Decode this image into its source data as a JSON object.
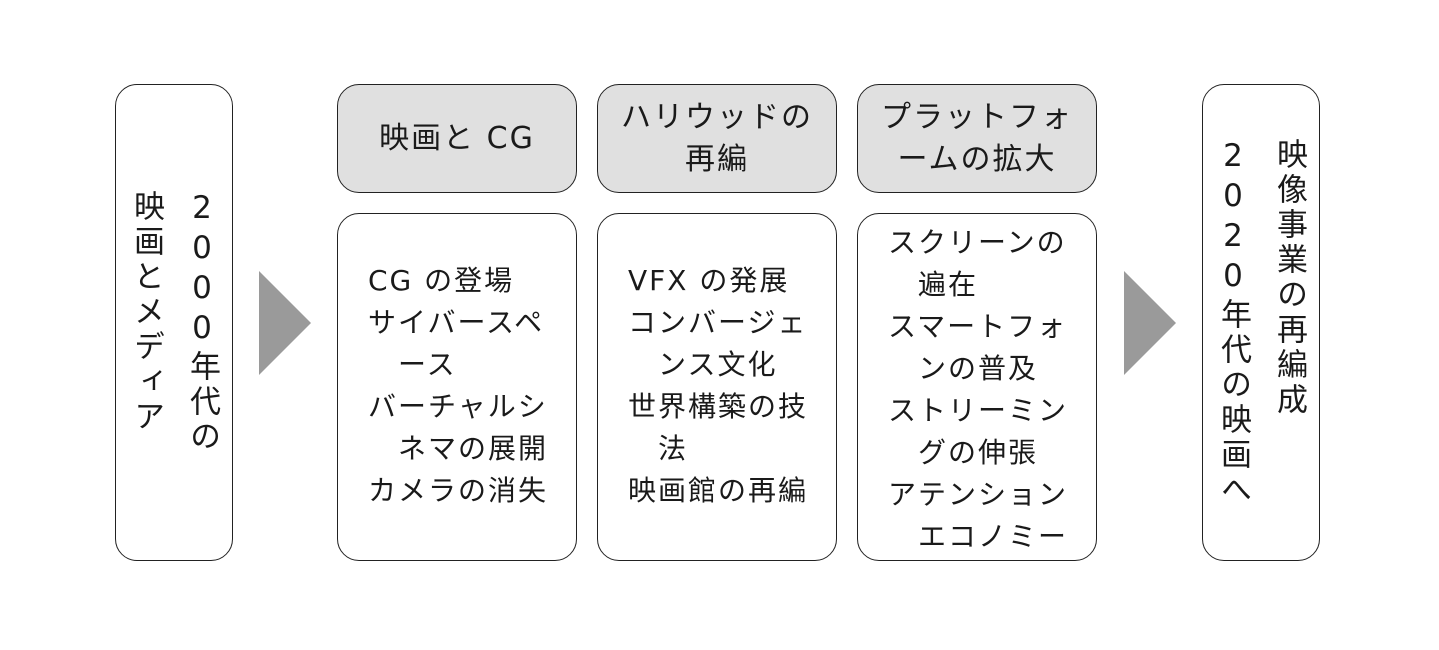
{
  "left_box": {
    "text": "2000年代の\n映画とメディア"
  },
  "right_box": {
    "text": "映像事業の再編成\n2020年代の映画へ"
  },
  "columns": [
    {
      "header": "映画と CG",
      "items": [
        "CG の登場",
        "サイバースペース",
        "バーチャルシネマの展開",
        "カメラの消失"
      ]
    },
    {
      "header": "ハリウッドの\n再編",
      "items": [
        "VFX の発展",
        "コンバージェンス文化",
        "世界構築の技法",
        "映画館の再編"
      ]
    },
    {
      "header": "プラットフォ\nームの拡大",
      "items": [
        "スクリーンの遍在",
        "スマートフォンの普及",
        "ストリーミングの伸張",
        "アテンションエコノミー"
      ]
    }
  ],
  "colors": {
    "header_fill": "#e0e0e0",
    "arrow": "#9a9a9a",
    "border": "#222222"
  }
}
